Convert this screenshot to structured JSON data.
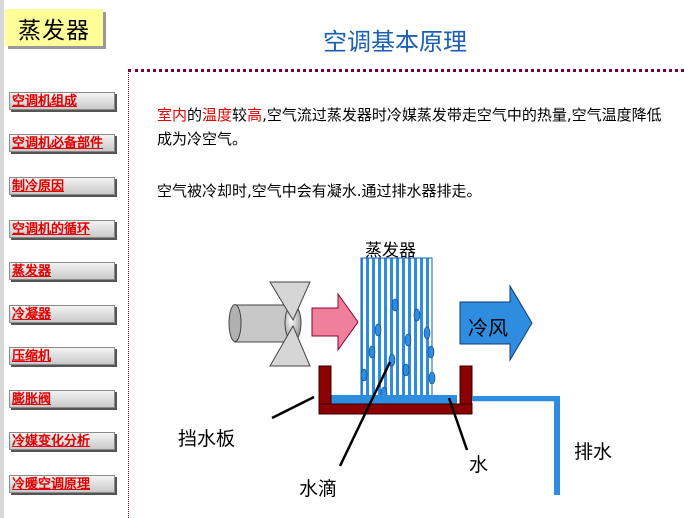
{
  "sidebar": {
    "title": "蒸发器",
    "items": [
      {
        "label": "空调机组成"
      },
      {
        "label": "空调机必备部件"
      },
      {
        "label": "制冷原因"
      },
      {
        "label": "空调机的循环"
      },
      {
        "label": "蒸发器"
      },
      {
        "label": "冷凝器"
      },
      {
        "label": "压缩机"
      },
      {
        "label": "膨胀阀"
      },
      {
        "label": "冷媒变化分析"
      },
      {
        "label": "冷暖空调原理"
      }
    ]
  },
  "main": {
    "title": "空调基本原理",
    "para1": {
      "part1": "室内",
      "part2": "的",
      "part3": "温度",
      "part4": "较",
      "part5": "高",
      "part6": ",空气流过蒸发器时冷媒蒸发带走空气中的热量,空气温度降低成为冷空气。"
    },
    "para2": "空气被冷却时,空气中会有凝水.通过排水器排走。"
  },
  "diagram": {
    "evaporator_label": "蒸发器",
    "cold_air_label": "冷风",
    "baffle_label": "挡水板",
    "water_label": "水",
    "droplet_label": "水滴",
    "drain_label": "排水"
  },
  "colors": {
    "title_blue": "#1a5fb4",
    "nav_text": "#e00000",
    "title_box": "#ffff99",
    "arrow_in": "#f07f9c",
    "arrow_out": "#2f8de0",
    "water": "#2f8de0",
    "tray": "#8b0000"
  }
}
